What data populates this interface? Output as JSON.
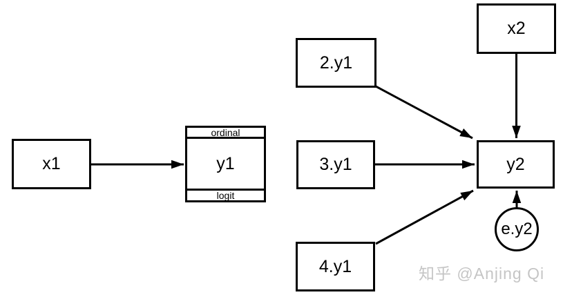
{
  "diagram": {
    "type": "path-diagram",
    "background": "#ffffff",
    "line_color": "#000000",
    "nodes": {
      "x1": {
        "label": "x1",
        "shape": "rect"
      },
      "y1": {
        "label": "y1",
        "shape": "rect",
        "top_tag": "ordinal",
        "bottom_tag": "logit"
      },
      "p2": {
        "label": "2.y1",
        "shape": "rect"
      },
      "p3": {
        "label": "3.y1",
        "shape": "rect"
      },
      "p4": {
        "label": "4.y1",
        "shape": "rect"
      },
      "x2": {
        "label": "x2",
        "shape": "rect"
      },
      "y2": {
        "label": "y2",
        "shape": "rect"
      },
      "ey2": {
        "label": "e.y2",
        "shape": "circle"
      }
    },
    "edges": [
      {
        "from": "x1",
        "to": "y1"
      },
      {
        "from": "x2",
        "to": "y2"
      },
      {
        "from": "2.y1",
        "to": "y2"
      },
      {
        "from": "3.y1",
        "to": "y2"
      },
      {
        "from": "4.y1",
        "to": "y2"
      },
      {
        "from": "e.y2",
        "to": "y2"
      }
    ]
  },
  "watermark": {
    "text": "知乎 @Anjing Qi",
    "color": "#c5c5c5"
  }
}
